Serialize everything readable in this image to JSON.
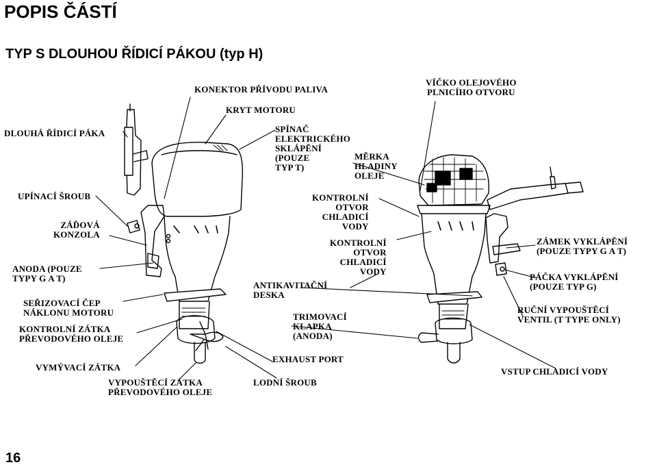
{
  "page": {
    "title": "POPIS ČÁSTÍ",
    "subtitle": "TYP S DLOUHOU ŘÍDICÍ PÁKOU  (typ H)",
    "page_number": "16"
  },
  "labels": {
    "fuel_connector": "KONEKTOR PŘÍVODU PALIVA",
    "engine_cover": "KRYT MOTORU",
    "oil_filler_cap": "VÍČKO OLEJOVÉHO\nPLNICÍHO OTVORU",
    "tiller_handle": "DLOUHÁ ŘÍDICÍ PÁKA",
    "tilt_switch": "SPÍNAČ\nELEKTRICKÉHO\nSKLÁPĚNÍ\n(POUZE\nTYP T)",
    "oil_dipstick": "MĚRKA\nHLADINY\nOLEJE",
    "clamp_screw": "UPÍNACÍ ŠROUB",
    "cooling_check_1": "KONTROLNÍ\nOTVOR\nCHLADICÍ\nVODY",
    "stern_bracket": "ZÁĎOVÁ\nKONZOLA",
    "cooling_check_2": "KONTROLNÍ\nOTVOR\nCHLADICÍ\nVODY",
    "tilt_lock": "ZÁMEK VYKLÁPĚNÍ\n(POUZE TYPY G A T)",
    "anode": "ANODA (POUZE\nTYPY G A T)",
    "anti_cavitation": "ANTIKAVITAČNÍ\nDESKA",
    "tilt_lever": "PÁČKA VYKLÁPĚNÍ\n(POUZE TYP G)",
    "trim_pin": "SEŘIZOVACÍ ČEP\nNÁKLONU MOTORU",
    "trim_tab": "TRIMOVACÍ\nKLAPKA\n(ANODA)",
    "manual_relief": "RUČNÍ VYPOUŠTĚCÍ\nVENTIL (T TYPE ONLY)",
    "gear_oil_level": "KONTROLNÍ ZÁTKA\nPŘEVODOVÉHO OLEJE",
    "flush_plug": "VYMÝVACÍ ZÁTKA",
    "exhaust_port": "EXHAUST PORT",
    "water_intake": "VSTUP CHLADICÍ VODY",
    "gear_oil_drain": "VYPOUŠTĚCÍ ZÁTKA\nPŘEVODOVÉHO OLEJE",
    "propeller": "LODNÍ ŠROUB"
  }
}
